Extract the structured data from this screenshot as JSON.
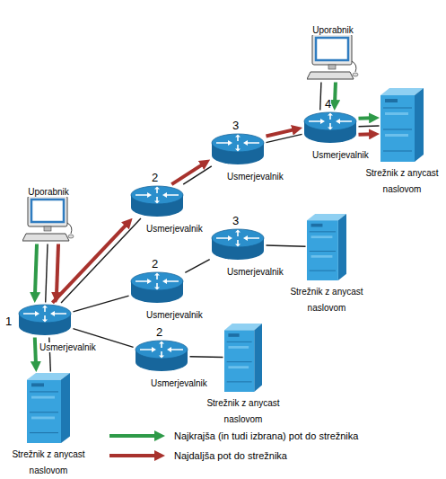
{
  "diagram": {
    "nodes": [
      {
        "text": [
          "Uporabnik"
        ]
      },
      {
        "text": [
          "1",
          "Usmerjevalnik"
        ]
      },
      {
        "text": [
          "Strežnik z anycast naslovom"
        ]
      },
      {
        "text": [
          "2",
          "Usmerjevalnik"
        ]
      },
      {
        "text": [
          "3",
          "Usmerjevalnik"
        ]
      },
      {
        "text": [
          "Uporabnik"
        ]
      },
      {
        "text": [
          "4",
          "Usmerjevalnik"
        ]
      },
      {
        "text": [
          "Strežnik z anycast naslovom"
        ]
      },
      {
        "text": [
          "2",
          "Usmerjevalnik"
        ]
      },
      {
        "text": [
          "3",
          "Usmerjevalnik"
        ]
      },
      {
        "text": [
          "Strežnik z anycast naslovom"
        ]
      },
      {
        "text": [
          "2",
          "Usmerjevalnik"
        ]
      },
      {
        "text": [
          "Strežnik z anycast naslovom"
        ]
      }
    ],
    "edges": [
      {
        "from": 0,
        "to": 1,
        "arrow": "none"
      },
      {
        "from": 1,
        "to": 2,
        "arrow": "none"
      },
      {
        "from": 1,
        "to": 3,
        "arrow": "none"
      },
      {
        "from": 3,
        "to": 4,
        "arrow": "none"
      },
      {
        "from": 4,
        "to": 6,
        "arrow": "none"
      },
      {
        "from": 5,
        "to": 6,
        "arrow": "none"
      },
      {
        "from": 6,
        "to": 7,
        "arrow": "none"
      },
      {
        "from": 1,
        "to": 8,
        "arrow": "none"
      },
      {
        "from": 8,
        "to": 9,
        "arrow": "none"
      },
      {
        "from": 9,
        "to": 10,
        "arrow": "none"
      },
      {
        "from": 1,
        "to": 11,
        "arrow": "none"
      },
      {
        "from": 11,
        "to": 12,
        "arrow": "none"
      },
      {
        "from": 0,
        "to": 1,
        "arrow": "to"
      },
      {
        "from": 1,
        "to": 2,
        "arrow": "to"
      },
      {
        "from": 5,
        "to": 6,
        "arrow": "to"
      },
      {
        "from": 6,
        "to": 7,
        "arrow": "to"
      },
      {
        "from": 0,
        "to": 1,
        "arrow": "to"
      },
      {
        "from": 1,
        "to": 3,
        "arrow": "to"
      },
      {
        "from": 3,
        "to": 4,
        "arrow": "to"
      },
      {
        "from": 4,
        "to": 6,
        "arrow": "to"
      },
      {
        "from": 6,
        "to": 7,
        "arrow": "to"
      }
    ],
    "legend": [
      {
        "text": "Najkrajša (in tudi izbrana) pot do strežnika"
      },
      {
        "text": "Najdaljša pot do strežnika"
      }
    ]
  }
}
